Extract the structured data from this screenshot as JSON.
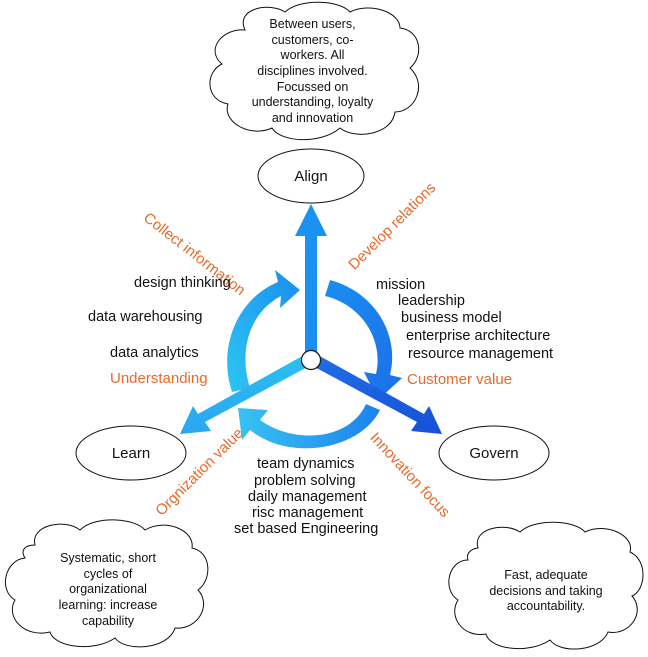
{
  "nodes": {
    "align": "Align",
    "learn": "Learn",
    "govern": "Govern"
  },
  "clouds": {
    "top": [
      "Between users,",
      "customers, co-",
      "workers. All",
      "disciplines involved.",
      "Focussed on",
      "understanding, loyalty",
      "and innovation"
    ],
    "left": [
      "Systematic, short",
      "cycles of",
      "organizational",
      "learning:  increase",
      "capability"
    ],
    "right": [
      "Fast, adequate",
      "decisions and taking",
      "accountability."
    ]
  },
  "arc_labels": {
    "collect_information": "Collect information",
    "develop_relations": "Develop relations",
    "orgnization_value": "Orgnization value",
    "innovation_focus": "Innovation focus",
    "understanding": "Understanding",
    "customer_value": "Customer value"
  },
  "left_items": [
    "design thinking",
    "data warehousing",
    "data analytics"
  ],
  "right_items": [
    "mission",
    "leadership",
    "business model",
    "enterprise architecture",
    "resource management"
  ],
  "bottom_items": [
    "team dynamics",
    "problem solving",
    "daily management",
    "risc management",
    "set based Engineering"
  ],
  "colors": {
    "arrow_light": "#3fb6f0",
    "arrow_mid": "#1a8ef0",
    "arrow_dark": "#1e5fe0",
    "orange_text": "#e8692a"
  }
}
